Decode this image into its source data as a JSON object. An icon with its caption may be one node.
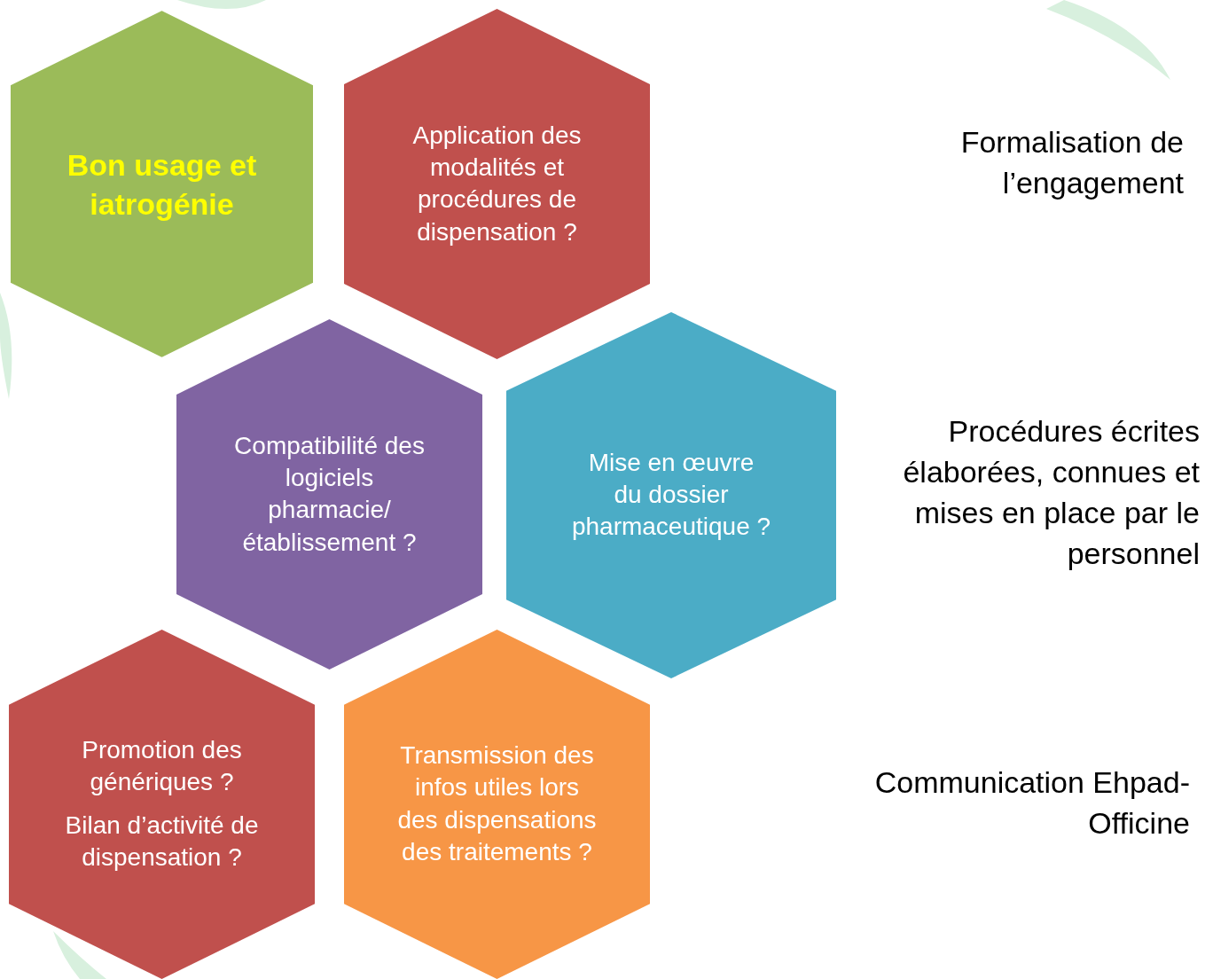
{
  "diagram": {
    "nodes": [
      {
        "text": [
          "Bon usage et iatrogénie"
        ]
      },
      {
        "text": [
          "Application des modalités et procédures de dispensation ?"
        ]
      },
      {
        "text": [
          "Compatibilité des logiciels pharmacie/ établissement ?"
        ]
      },
      {
        "text": [
          "Mise en œuvre du dossier pharmaceutique ?"
        ]
      },
      {
        "text": [
          "Promotion des génériques ?",
          "Bilan d’activité de dispensation ?"
        ]
      },
      {
        "text": [
          "Transmission des infos utiles lors des dispensations des traitements ?"
        ]
      }
    ],
    "labels": [
      "Formalisation de l’engagement",
      "Procédures écrites élaborées, connues et mises en place par le personnel",
      "Communication Ehpad-Officine"
    ]
  }
}
